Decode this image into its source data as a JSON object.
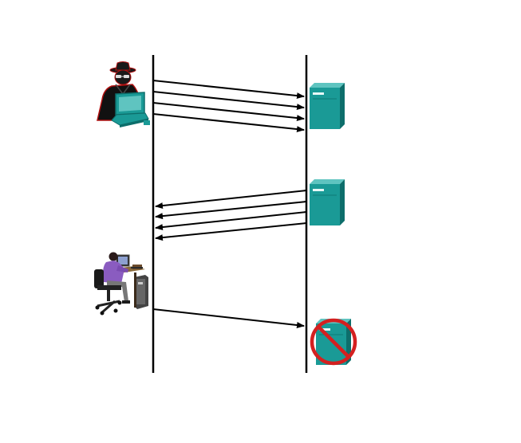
{
  "diagram": {
    "type": "sequence",
    "actors": [
      {
        "id": "attacker",
        "icon": "attacker-with-laptop-icon"
      },
      {
        "id": "user",
        "icon": "user-at-workstation-icon"
      },
      {
        "id": "server",
        "icon": "server-icon"
      },
      {
        "id": "server-unavailable",
        "icon": "server-unavailable-icon"
      }
    ],
    "phases": [
      {
        "from": "attacker",
        "to": "server",
        "messages": 4
      },
      {
        "from": "server",
        "to": "attacker",
        "messages": 4
      },
      {
        "from": "user",
        "to": "server-unavailable",
        "messages": 1
      }
    ],
    "colors": {
      "line": "#000000",
      "server": "#1a9a96",
      "server_dark": "#0d6e6b",
      "server_light": "#5fc4c0",
      "block": "#d42020",
      "attacker_outline": "#b01010",
      "user_shirt": "#8a5cc0"
    }
  }
}
